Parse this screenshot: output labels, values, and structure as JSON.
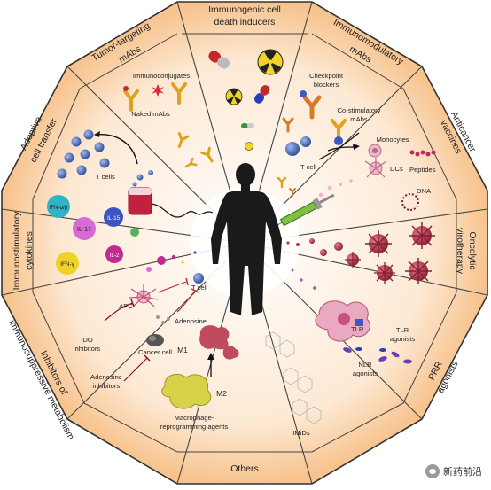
{
  "segments": {
    "immunogenic": "Immunogenic cell death inducers",
    "immunomodulatory": "Immunomodulatory mAbs",
    "anticancer_vaccines": "Anticancer vaccines",
    "oncolytic": "Oncolytic virotherapy",
    "prr": "PRR agonists",
    "others": "Others",
    "inhibitors": "Inhibitors of immunosuppressive metabolism",
    "cytokines": "Immunostimulatory cytokines",
    "adoptive": "Adoptive cell transfer",
    "tumor_targeting": "Tumor-targeting mAbs"
  },
  "labels": {
    "immunoconjugates": "Immunoconjugates",
    "naked_mabs": "Naked mAbs",
    "t_cells": "T cells",
    "checkpoint_blockers": "Checkpoint blockers",
    "co_stimulatory": "Co-stimulatory mAbs",
    "t_cell": "T cell",
    "monocytes": "Monocytes",
    "dcs": "DCs",
    "peptides": "Peptides",
    "dna": "DNA",
    "tlr": "TLR",
    "tlr_agonists": "TLR agonists",
    "nlr_agonists": "NLR agonists",
    "imids": "IMiDs",
    "m1": "M1",
    "m2": "M2",
    "macrophage_agents": "Macrophage-reprogramming agents",
    "ido_inhibitors": "IDO inhibitors",
    "adenosine_inhibitors": "Adenosine inhibitors",
    "cancer_cell": "Cancer cell",
    "apc": "APC",
    "adenosine": "Adenosine",
    "t_cell_small": "T cell"
  },
  "cytokines": {
    "ifn_ab": "IFN-α/β",
    "il17": "IL-17",
    "il15": "IL-15",
    "il2": "IL-2",
    "ifn_g": "IFN-γ"
  },
  "watermark": "新药前沿",
  "colors": {
    "bg_center": "#ffffff",
    "bg_outer": "#f6c79a",
    "border": "#333333",
    "tcell": "#4a6bb5",
    "virus": "#b5374a",
    "macrophage": "#d8d24a"
  }
}
